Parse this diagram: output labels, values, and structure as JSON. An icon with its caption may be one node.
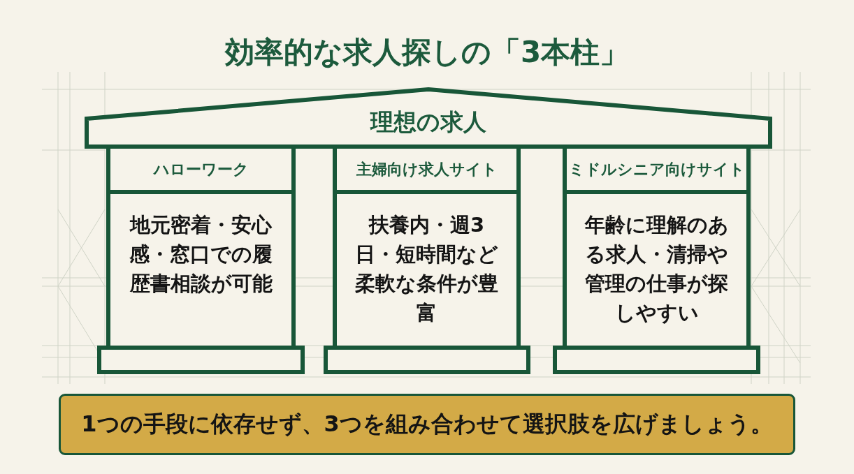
{
  "diagram": {
    "title": "効率的な求人探しの「3本柱」",
    "nodes": [
      {
        "text": [
          "理想の求人"
        ]
      },
      {
        "text": [
          "ハローワーク",
          "地元密着・安心感・窓口での履歴書相談が可能"
        ]
      },
      {
        "text": [
          "主婦向け求人サイト",
          "扶養内・週3日・短時間など柔軟な条件が豊富"
        ]
      },
      {
        "text": [
          "ミドルシニア向けサイト",
          "年齢に理解のある求人・清掃や管理の仕事が探しやすい"
        ]
      },
      {
        "text": [],
        "shape": "box"
      },
      {
        "text": [],
        "shape": "box"
      },
      {
        "text": [],
        "shape": "box"
      },
      {
        "text": [
          "1つの手段に依存せず、3つを組み合わせて選択肢を広げましょう。"
        ]
      }
    ]
  }
}
